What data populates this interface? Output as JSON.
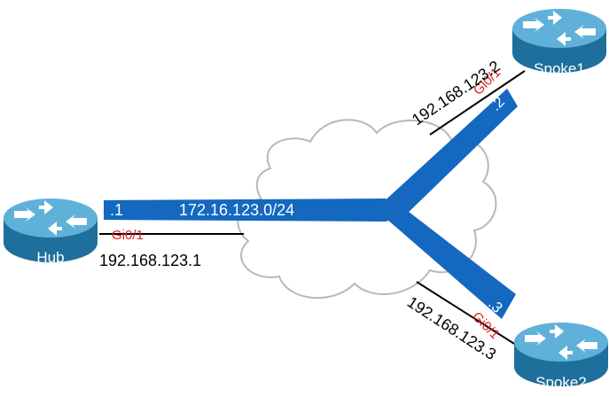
{
  "colors": {
    "tunnel": "#1468c0",
    "router_body": "#2f86b8",
    "router_top": "#5fb1da",
    "interface_label": "#e31b1b",
    "link": "#000000",
    "cloud_stroke": "#b8b8b8"
  },
  "nodes": {
    "hub": {
      "name": "Hub",
      "interface": "Gi0/1",
      "ip": "192.168.123.1",
      "tunnel_host": ".1",
      "icon": "router-icon"
    },
    "spoke1": {
      "name": "Spoke1",
      "interface": "Gi0/1",
      "ip": "192.168.123.2",
      "tunnel_host": ".2",
      "icon": "router-icon"
    },
    "spoke2": {
      "name": "Spoke2",
      "interface": "Gi0/1",
      "ip": "192.168.123.3",
      "tunnel_host": ".3",
      "icon": "router-icon"
    }
  },
  "tunnel": {
    "network": "172.16.123.0/24"
  }
}
